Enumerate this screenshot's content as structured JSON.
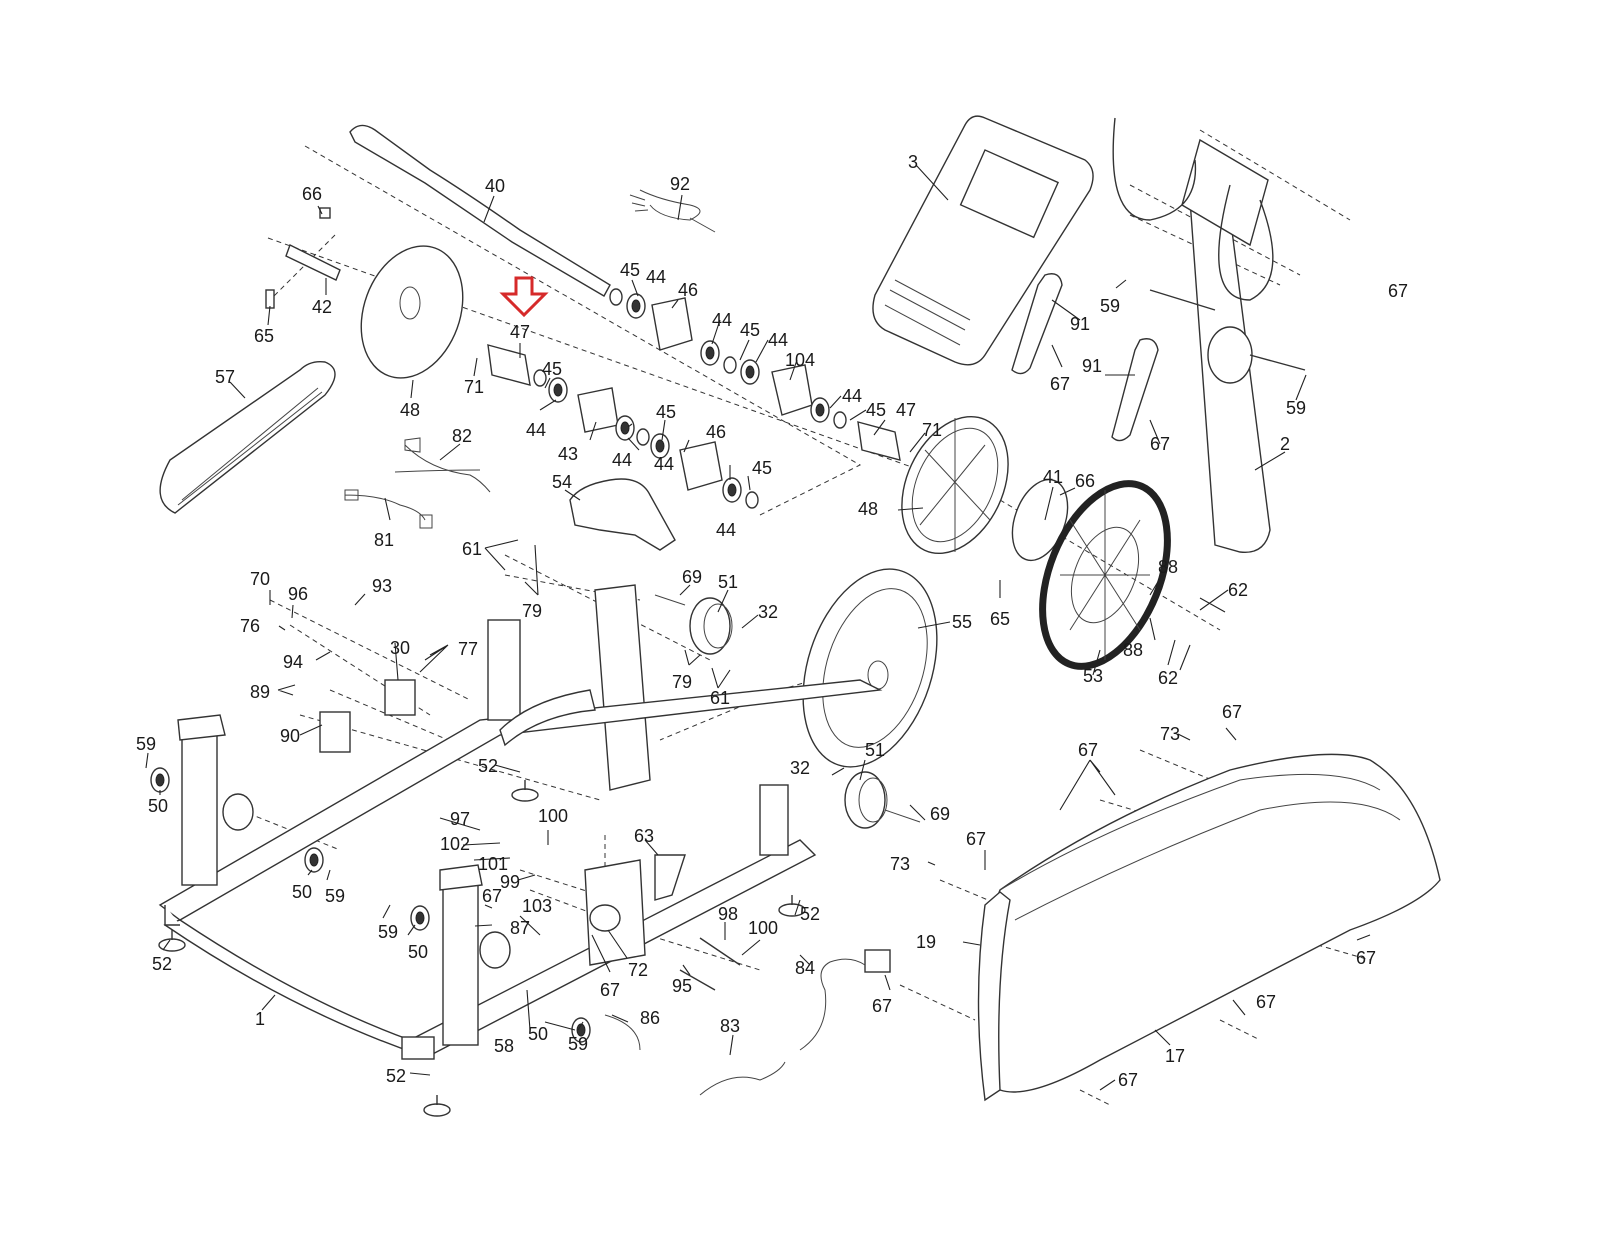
{
  "diagram": {
    "type": "exploded-parts-diagram",
    "highlight": {
      "part": "47",
      "color": "#d62a2a",
      "icon": "down-arrow-outline"
    },
    "callouts": [
      {
        "id": "c40",
        "label": "40",
        "part": "handlebar-tube"
      },
      {
        "id": "c92",
        "label": "92",
        "part": "wire-harness"
      },
      {
        "id": "c66a",
        "label": "66",
        "part": "nut"
      },
      {
        "id": "c42",
        "label": "42",
        "part": "crank-bracket"
      },
      {
        "id": "c65a",
        "label": "65",
        "part": "bolt"
      },
      {
        "id": "c48a",
        "label": "48",
        "part": "pulley-disc"
      },
      {
        "id": "c71a",
        "label": "71",
        "part": "screw"
      },
      {
        "id": "c47a",
        "label": "47",
        "part": "bearing-housing"
      },
      {
        "id": "c45a",
        "label": "45",
        "part": "wave-washer"
      },
      {
        "id": "c45b",
        "label": "45",
        "part": "wave-washer"
      },
      {
        "id": "c44a",
        "label": "44",
        "part": "bearing"
      },
      {
        "id": "c46a",
        "label": "46",
        "part": "spacer"
      },
      {
        "id": "c44b",
        "label": "44",
        "part": "bearing"
      },
      {
        "id": "c45c",
        "label": "45",
        "part": "wave-washer"
      },
      {
        "id": "c44c",
        "label": "44",
        "part": "bearing"
      },
      {
        "id": "c104",
        "label": "104",
        "part": "pivot-sleeve"
      },
      {
        "id": "c44d",
        "label": "44",
        "part": "bearing"
      },
      {
        "id": "c45d",
        "label": "45",
        "part": "wave-washer"
      },
      {
        "id": "c47b",
        "label": "47",
        "part": "bearing-housing"
      },
      {
        "id": "c71b",
        "label": "71",
        "part": "screw"
      },
      {
        "id": "c57",
        "label": "57",
        "part": "drive-belt"
      },
      {
        "id": "c44e",
        "label": "44",
        "part": "bearing"
      },
      {
        "id": "c43",
        "label": "43",
        "part": "pivot-sleeve"
      },
      {
        "id": "c45e",
        "label": "45",
        "part": "wave-washer"
      },
      {
        "id": "c44f",
        "label": "44",
        "part": "bearing"
      },
      {
        "id": "c44g",
        "label": "44",
        "part": "bearing"
      },
      {
        "id": "c46b",
        "label": "46",
        "part": "spacer"
      },
      {
        "id": "c44h",
        "label": "44",
        "part": "bearing"
      },
      {
        "id": "c45f",
        "label": "45",
        "part": "wave-washer"
      },
      {
        "id": "c82",
        "label": "82",
        "part": "wire-harness"
      },
      {
        "id": "c81",
        "label": "81",
        "part": "wire-harness"
      },
      {
        "id": "c54",
        "label": "54",
        "part": "upright-cover"
      },
      {
        "id": "c3",
        "label": "3",
        "part": "console"
      },
      {
        "id": "c91a",
        "label": "91",
        "part": "handgrip"
      },
      {
        "id": "c67a",
        "label": "67",
        "part": "screw"
      },
      {
        "id": "c91b",
        "label": "91",
        "part": "handgrip"
      },
      {
        "id": "c67b",
        "label": "67",
        "part": "screw"
      },
      {
        "id": "c59a",
        "label": "59",
        "part": "clip"
      },
      {
        "id": "c59b",
        "label": "59",
        "part": "clip"
      },
      {
        "id": "c67c",
        "label": "67",
        "part": "screw"
      },
      {
        "id": "c2",
        "label": "2",
        "part": "handlebar-upright"
      },
      {
        "id": "c48b",
        "label": "48",
        "part": "pulley"
      },
      {
        "id": "c41",
        "label": "41",
        "part": "crank-plate"
      },
      {
        "id": "c66b",
        "label": "66",
        "part": "nut"
      },
      {
        "id": "c65b",
        "label": "65",
        "part": "bolt"
      },
      {
        "id": "c53",
        "label": "53",
        "part": "flywheel-pulley"
      },
      {
        "id": "c88a",
        "label": "88",
        "part": "spacer"
      },
      {
        "id": "c88b",
        "label": "88",
        "part": "spacer"
      },
      {
        "id": "c62a",
        "label": "62",
        "part": "bolt"
      },
      {
        "id": "c62b",
        "label": "62",
        "part": "bolt"
      },
      {
        "id": "c61a",
        "label": "61",
        "part": "bolt"
      },
      {
        "id": "c79a",
        "label": "79",
        "part": "washer"
      },
      {
        "id": "c69a",
        "label": "69",
        "part": "bolt"
      },
      {
        "id": "c51a",
        "label": "51",
        "part": "idler-wheel"
      },
      {
        "id": "c32a",
        "label": "32",
        "part": "nut"
      },
      {
        "id": "c79b",
        "label": "79",
        "part": "washer"
      },
      {
        "id": "c61b",
        "label": "61",
        "part": "bolt"
      },
      {
        "id": "c55",
        "label": "55",
        "part": "flywheel"
      },
      {
        "id": "c70",
        "label": "70",
        "part": "screw"
      },
      {
        "id": "c96",
        "label": "96",
        "part": "washer"
      },
      {
        "id": "c93",
        "label": "93",
        "part": "lever"
      },
      {
        "id": "c76",
        "label": "76",
        "part": "nut"
      },
      {
        "id": "c30",
        "label": "30",
        "part": "resistance-motor"
      },
      {
        "id": "c77",
        "label": "77",
        "part": "screw"
      },
      {
        "id": "c94",
        "label": "94",
        "part": "link-arm"
      },
      {
        "id": "c89",
        "label": "89",
        "part": "screw"
      },
      {
        "id": "c90",
        "label": "90",
        "part": "motor-bracket"
      },
      {
        "id": "c59c",
        "label": "59",
        "part": "clip"
      },
      {
        "id": "c50a",
        "label": "50",
        "part": "wheel"
      },
      {
        "id": "c52a",
        "label": "52",
        "part": "leveling-foot"
      },
      {
        "id": "c32b",
        "label": "32",
        "part": "nut"
      },
      {
        "id": "c51b",
        "label": "51",
        "part": "idler-wheel"
      },
      {
        "id": "c69b",
        "label": "69",
        "part": "bolt"
      },
      {
        "id": "c97",
        "label": "97",
        "part": "bolt"
      },
      {
        "id": "c100a",
        "label": "100",
        "part": "nut"
      },
      {
        "id": "c102",
        "label": "102",
        "part": "bolt"
      },
      {
        "id": "c101",
        "label": "101",
        "part": "washer"
      },
      {
        "id": "c99",
        "label": "99",
        "part": "nut"
      },
      {
        "id": "c63",
        "label": "63",
        "part": "magnet-arm"
      },
      {
        "id": "c50b",
        "label": "50",
        "part": "wheel"
      },
      {
        "id": "c59d",
        "label": "59",
        "part": "clip"
      },
      {
        "id": "c59e",
        "label": "59",
        "part": "clip"
      },
      {
        "id": "c50c",
        "label": "50",
        "part": "wheel"
      },
      {
        "id": "c67d",
        "label": "67",
        "part": "screw"
      },
      {
        "id": "c87",
        "label": "87",
        "part": "clip"
      },
      {
        "id": "c103",
        "label": "103",
        "part": "bolt"
      },
      {
        "id": "c72",
        "label": "72",
        "part": "idler-assembly"
      },
      {
        "id": "c67e",
        "label": "67",
        "part": "screw"
      },
      {
        "id": "c98",
        "label": "98",
        "part": "axle"
      },
      {
        "id": "c100b",
        "label": "100",
        "part": "nut"
      },
      {
        "id": "c52b",
        "label": "52",
        "part": "leveling-foot"
      },
      {
        "id": "c95",
        "label": "95",
        "part": "bolt"
      },
      {
        "id": "c84",
        "label": "84",
        "part": "power-adapter"
      },
      {
        "id": "c52c",
        "label": "52",
        "part": "leveling-foot"
      },
      {
        "id": "c1",
        "label": "1",
        "part": "frame"
      },
      {
        "id": "c58",
        "label": "58",
        "part": "screw"
      },
      {
        "id": "c50d",
        "label": "50",
        "part": "wheel"
      },
      {
        "id": "c59f",
        "label": "59",
        "part": "clip"
      },
      {
        "id": "c86",
        "label": "86",
        "part": "reed-switch"
      },
      {
        "id": "c83",
        "label": "83",
        "part": "power-wire"
      },
      {
        "id": "c52d",
        "label": "52",
        "part": "leveling-foot"
      },
      {
        "id": "c67f",
        "label": "67",
        "part": "screw"
      },
      {
        "id": "c73a",
        "label": "73",
        "part": "screw"
      },
      {
        "id": "c67g",
        "label": "67",
        "part": "screw"
      },
      {
        "id": "c67h",
        "label": "67",
        "part": "screw"
      },
      {
        "id": "c73b",
        "label": "73",
        "part": "screw"
      },
      {
        "id": "c19",
        "label": "19",
        "part": "front-shield"
      },
      {
        "id": "c67i",
        "label": "67",
        "part": "screw"
      },
      {
        "id": "c67j",
        "label": "67",
        "part": "screw"
      },
      {
        "id": "c67k",
        "label": "67",
        "part": "screw"
      },
      {
        "id": "c17",
        "label": "17",
        "part": "side-shield"
      },
      {
        "id": "c67l",
        "label": "67",
        "part": "screw"
      },
      {
        "id": "c67m",
        "label": "67",
        "part": "screw"
      }
    ]
  }
}
